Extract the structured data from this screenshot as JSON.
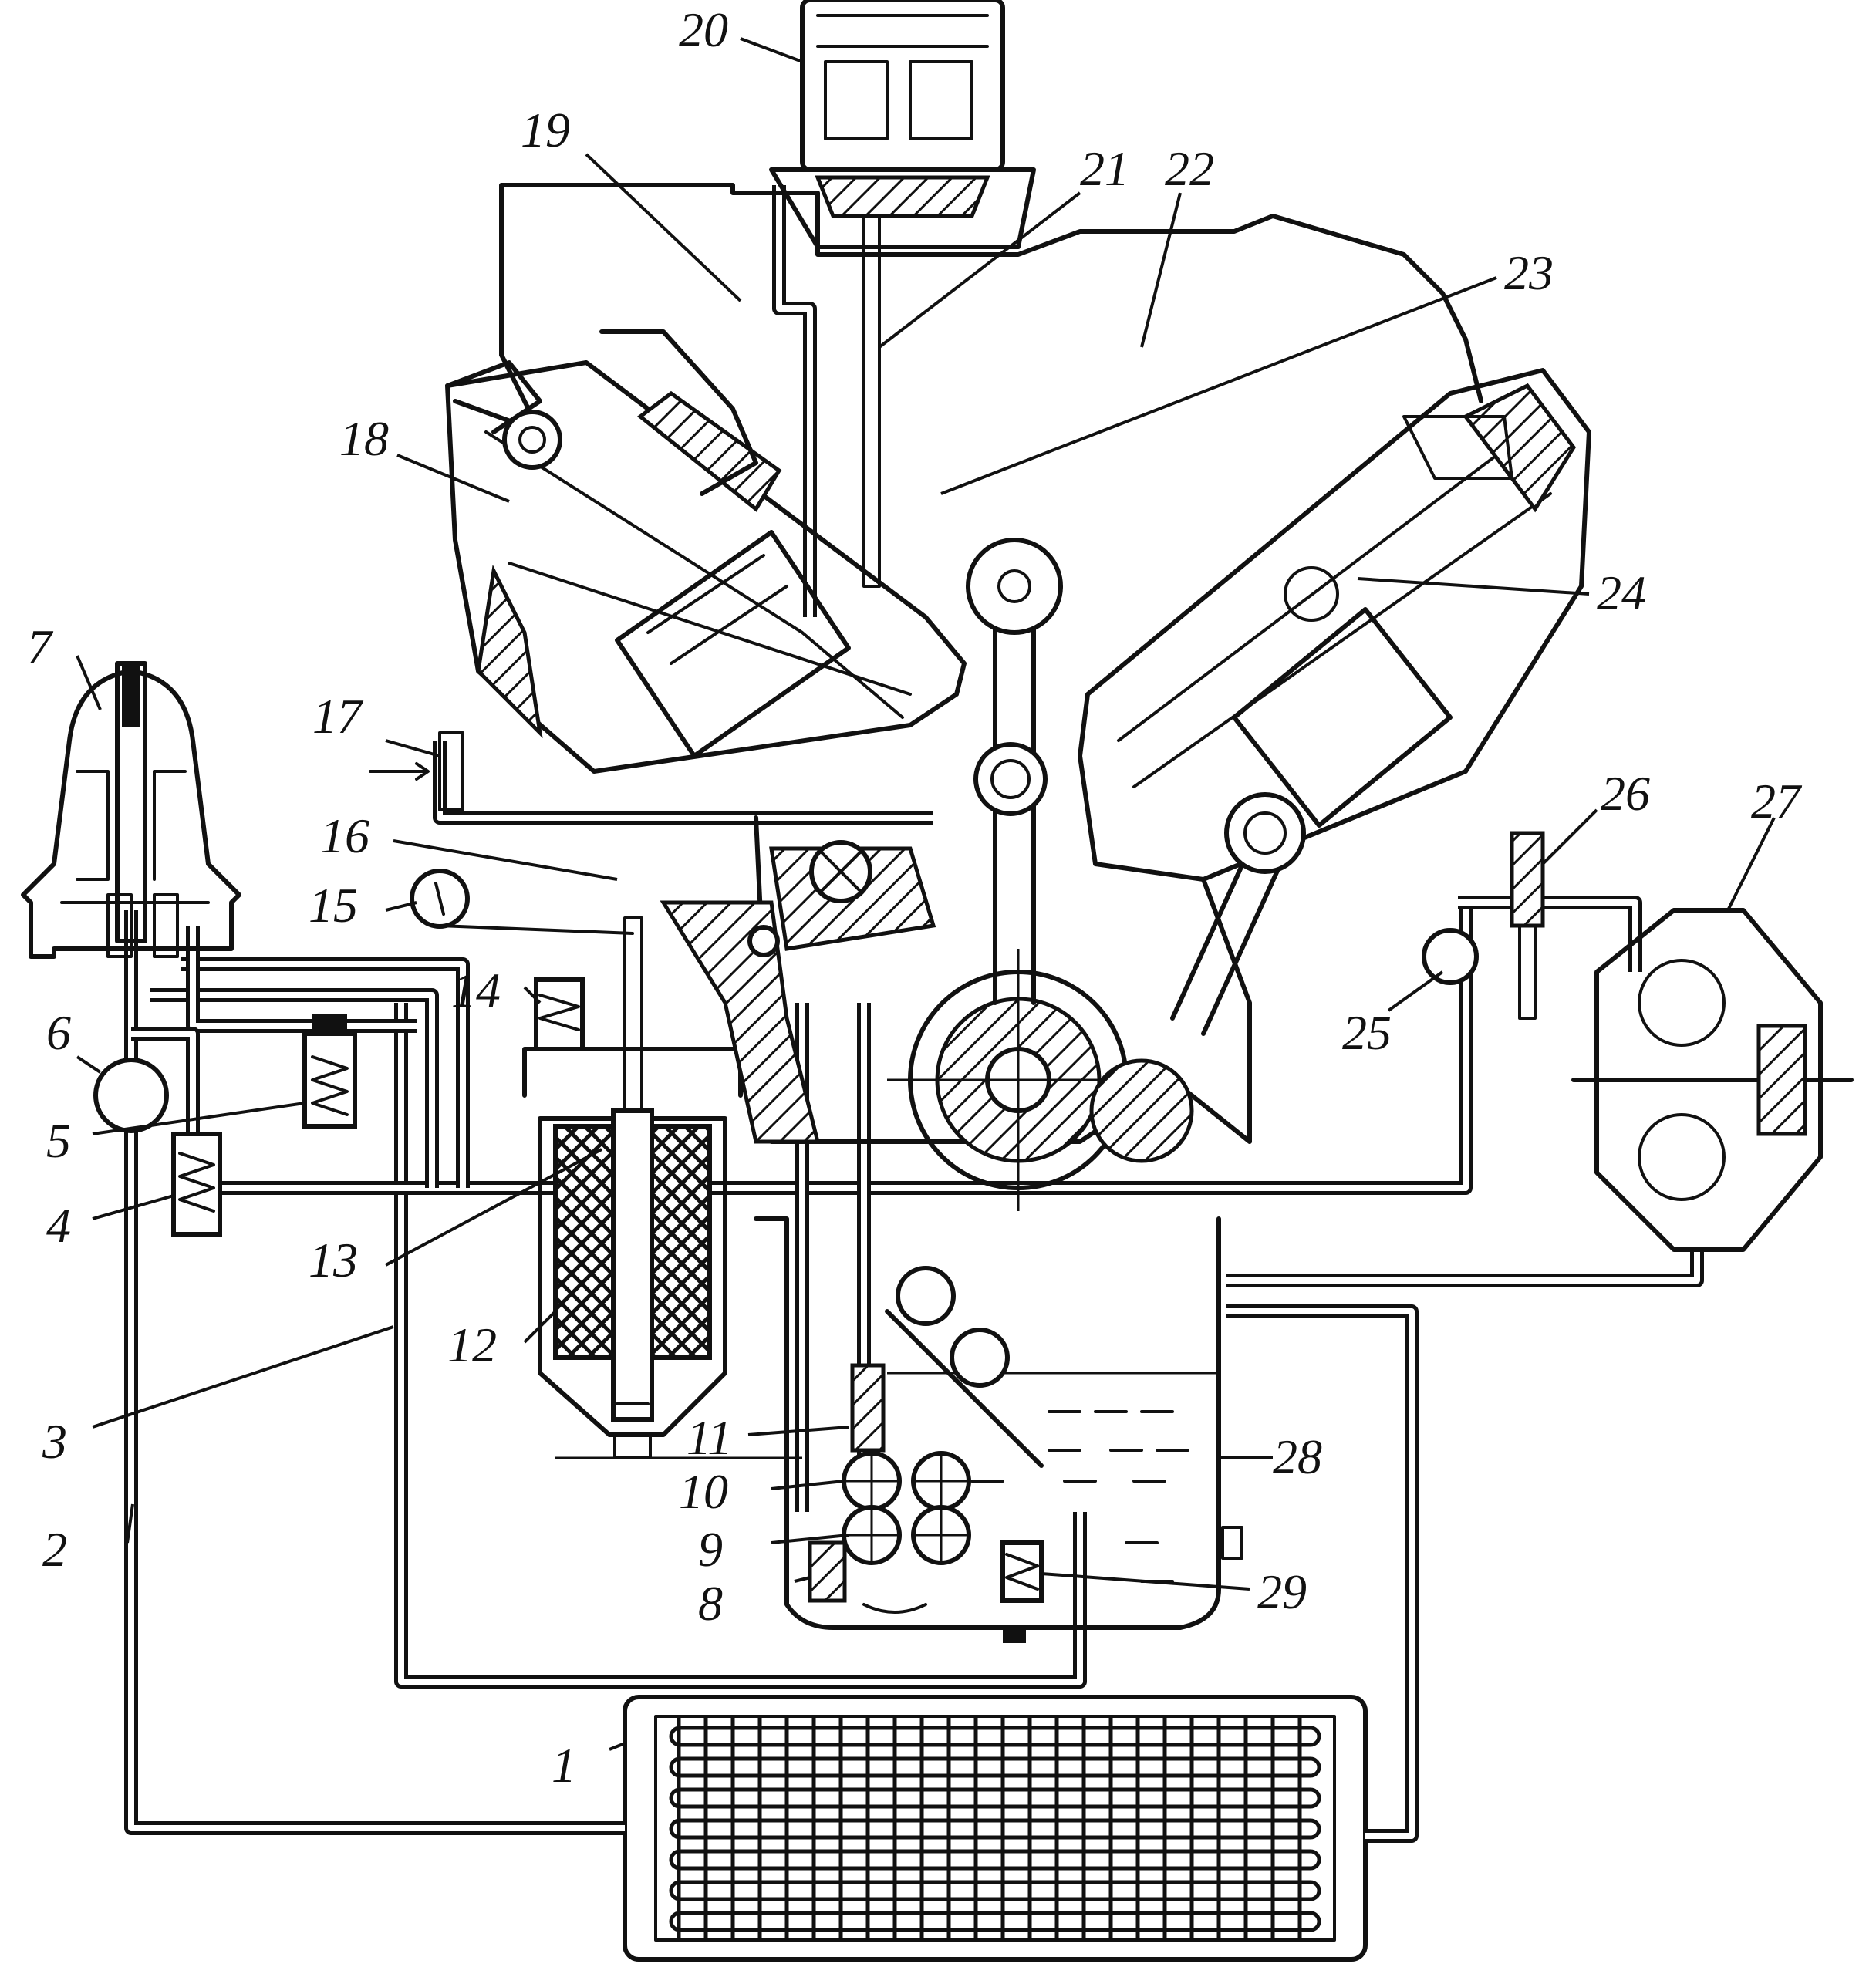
{
  "labels": [
    {
      "id": "1",
      "text": "1"
    },
    {
      "id": "2",
      "text": "2"
    },
    {
      "id": "3",
      "text": "3"
    },
    {
      "id": "4",
      "text": "4"
    },
    {
      "id": "5",
      "text": "5"
    },
    {
      "id": "6",
      "text": "6"
    },
    {
      "id": "7",
      "text": "7"
    },
    {
      "id": "8",
      "text": "8"
    },
    {
      "id": "9",
      "text": "9"
    },
    {
      "id": "10",
      "text": "10"
    },
    {
      "id": "11",
      "text": "11"
    },
    {
      "id": "12",
      "text": "12"
    },
    {
      "id": "13",
      "text": "13"
    },
    {
      "id": "14",
      "text": "14"
    },
    {
      "id": "15",
      "text": "15"
    },
    {
      "id": "16",
      "text": "16"
    },
    {
      "id": "17",
      "text": "17"
    },
    {
      "id": "18",
      "text": "18"
    },
    {
      "id": "19",
      "text": "19"
    },
    {
      "id": "20",
      "text": "20"
    },
    {
      "id": "21",
      "text": "21"
    },
    {
      "id": "22",
      "text": "22"
    },
    {
      "id": "23",
      "text": "23"
    },
    {
      "id": "24",
      "text": "24"
    },
    {
      "id": "25",
      "text": "25"
    },
    {
      "id": "26",
      "text": "26"
    },
    {
      "id": "27",
      "text": "27"
    },
    {
      "id": "28",
      "text": "28"
    },
    {
      "id": "29",
      "text": "29"
    }
  ],
  "colors": {
    "ink": "#111111",
    "paper": "#ffffff"
  }
}
